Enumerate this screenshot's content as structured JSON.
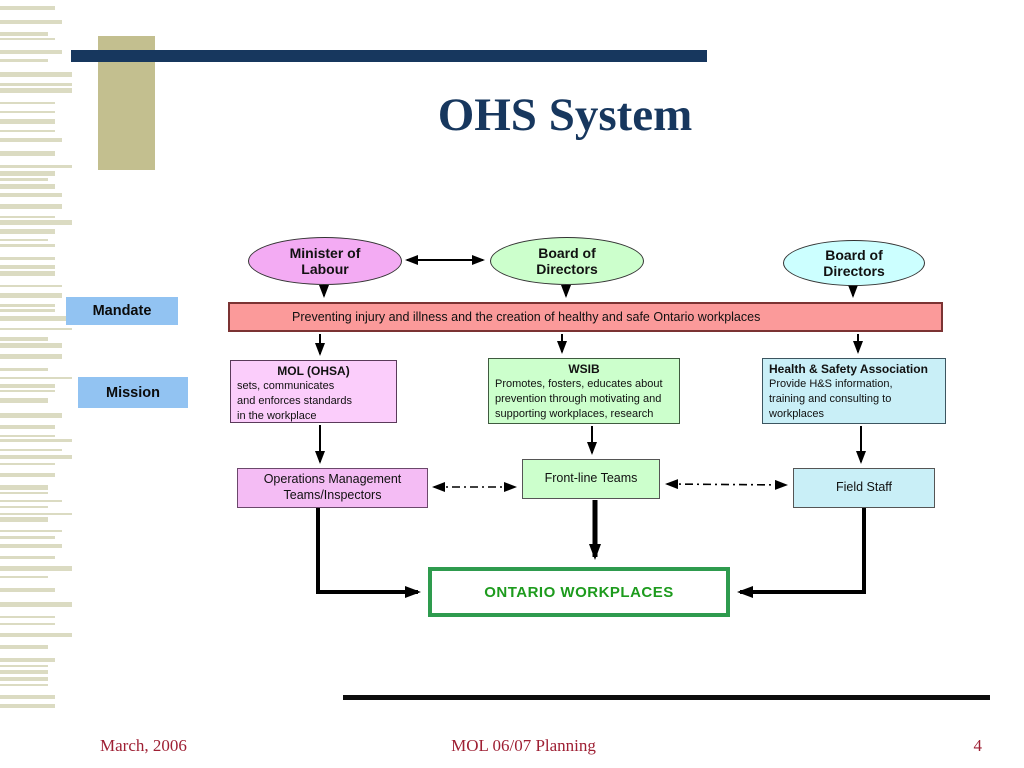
{
  "slide": {
    "title": "OHS System",
    "footer": {
      "date": "March, 2006",
      "center": "MOL 06/07 Planning",
      "page": "4"
    }
  },
  "labels": {
    "mandate": "Mandate",
    "mission": "Mission"
  },
  "diagram": {
    "top_row": [
      {
        "label": "Minister of\nLabour",
        "color": "#f3abf3"
      },
      {
        "label": "Board of\nDirectors",
        "color": "#ccffcc"
      },
      {
        "label": "Board of\nDirectors",
        "color": "#ccffff"
      }
    ],
    "mandate_banner": "Preventing injury and illness and the creation of healthy and safe Ontario workplaces",
    "mission_boxes": [
      {
        "title": "MOL (OHSA)",
        "body": "sets, communicates\nand enforces standards\nin the workplace",
        "color": "#fbcdfb"
      },
      {
        "title": "WSIB",
        "body": "Promotes, fosters, educates about\nprevention through motivating and\nsupporting workplaces, research",
        "color": "#ccffcc"
      },
      {
        "title": "Health & Safety Association",
        "body": "Provide H&S information,\ntraining and consulting to\nworkplaces",
        "color": "#c9eff7"
      }
    ],
    "delivery_boxes": [
      {
        "label": "Operations Management\nTeams/Inspectors",
        "color": "#f4bcf4"
      },
      {
        "label": "Front-line Teams",
        "color": "#ccffcc"
      },
      {
        "label": "Field Staff",
        "color": "#c9eff7"
      }
    ],
    "outcome_box": "ONTARIO WORKPLACES"
  },
  "colors": {
    "title_navy": "#17375e",
    "header_bar_navy": "#17375e",
    "tan_accent": "#c3bf8f",
    "stripe": "#dbdbc2",
    "banner_fill": "#fb9a9a",
    "banner_border": "#7b3333",
    "side_label_blue": "#92c3f2",
    "outcome_green_border": "#2e9b4e",
    "outcome_green_text": "#1d9b1d",
    "footer_red": "#9e1f33",
    "connector_black": "#000000"
  }
}
